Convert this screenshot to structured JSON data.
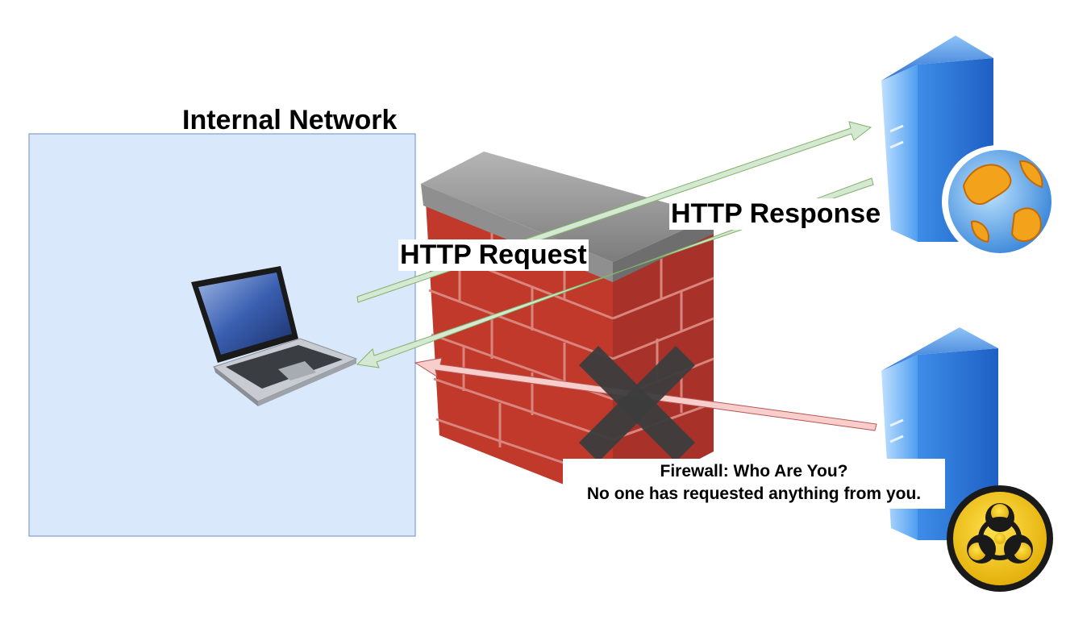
{
  "diagram": {
    "internal_network_label": "Internal Network",
    "http_request_label": "HTTP Request",
    "http_response_label": "HTTP Response",
    "firewall_message": {
      "line1": "Firewall: Who Are You?",
      "line2": "No one has requested anything from you."
    }
  },
  "colors": {
    "network_box_fill": "#dae8fc",
    "network_box_stroke": "#6c8ebf",
    "allowed_arrow_fill": "#d5e8d4",
    "allowed_arrow_stroke": "#82b366",
    "blocked_arrow_fill": "#f8cecc",
    "blocked_arrow_stroke": "#b85450",
    "brick": "#c0392b",
    "block_mark": "#3d3d3d",
    "biohazard_yellow": "#f5c400"
  },
  "icons": [
    "laptop-icon",
    "firewall-icon",
    "web-server-icon",
    "globe-icon",
    "malicious-server-icon",
    "biohazard-icon",
    "block-x-icon"
  ]
}
